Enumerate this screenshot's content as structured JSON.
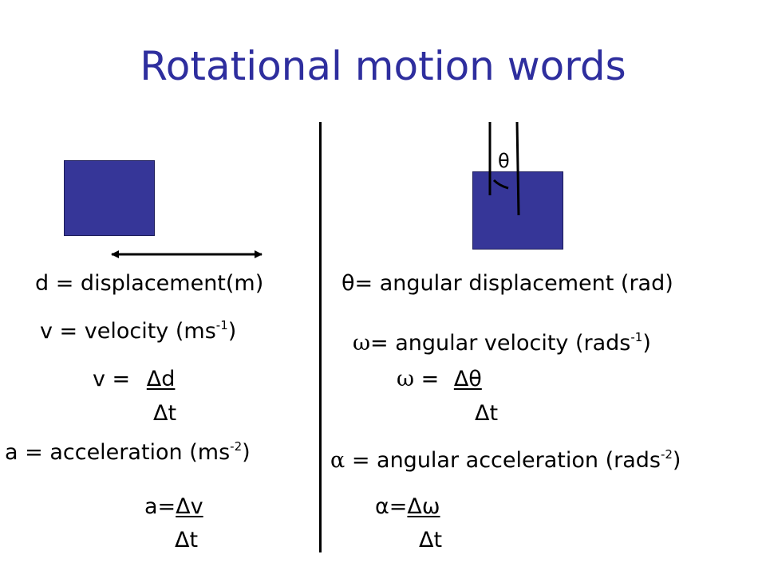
{
  "title": "Rotational motion words",
  "left": {
    "displacement": "d = displacement(m)",
    "velocity_label": "v = velocity (ms",
    "velocity_exp": "-1",
    "velocity_close": ")",
    "v_eq_prefix": "v = ",
    "v_numerator": "Δd",
    "v_denominator": "Δt",
    "acceleration_label": "a = acceleration (ms",
    "acceleration_exp": "-2",
    "acceleration_close": ")",
    "a_eq_prefix": "a=",
    "a_numerator": "Δv",
    "a_denominator": "Δt"
  },
  "right": {
    "theta_mark": "θ",
    "angular_displacement": "θ= angular displacement (rad)",
    "omega_symbol": "ω",
    "angular_velocity_label": "= angular velocity (rads",
    "angular_velocity_exp": "-1",
    "angular_velocity_close": ")",
    "w_eq_symbol": "ω",
    "w_eq_prefix": " = ",
    "w_numerator": "Δθ",
    "w_denominator": "Δt",
    "alpha_symbol": "α",
    "angular_acceleration_label": " = angular acceleration (rads",
    "angular_acceleration_exp": "-2",
    "angular_acceleration_close": ")",
    "alpha_eq_prefix": "α=",
    "alpha_numerator": "Δω",
    "alpha_denominator": "Δt"
  },
  "colors": {
    "title": "#2e2e9e",
    "box_fill": "#363698",
    "text": "#000000"
  }
}
